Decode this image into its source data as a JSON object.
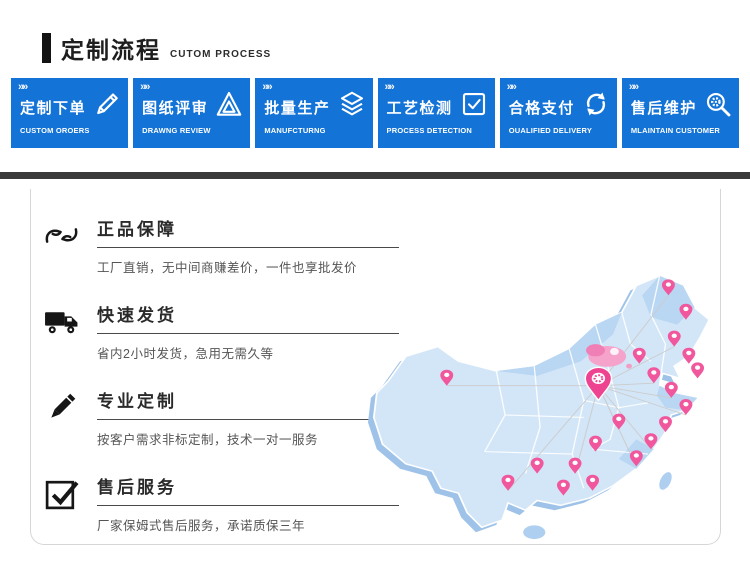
{
  "header": {
    "title": "定制流程",
    "subtitle": "CUTOM PROCESS"
  },
  "process": {
    "steps": [
      {
        "zh": "定制下单",
        "en": "CUSTOM OROERS",
        "icon": "pencil-icon"
      },
      {
        "zh": "图纸评审",
        "en": "DRAWNG REVIEW",
        "icon": "set-square-icon"
      },
      {
        "zh": "批量生产",
        "en": "MANUFCTURNG",
        "icon": "layers-icon"
      },
      {
        "zh": "工艺检测",
        "en": "PROCESS DETECTION",
        "icon": "inspection-check-icon"
      },
      {
        "zh": "合格支付",
        "en": "OUALIFIED DELIVERY",
        "icon": "refresh-arrows-icon"
      },
      {
        "zh": "售后维护",
        "en": "MLAINTAIN CUSTOMER",
        "icon": "magnifier-gear-icon"
      }
    ]
  },
  "features": {
    "items": [
      {
        "title": "正品保障",
        "desc": "工厂直销，无中间商赚差价，一件也享批发价",
        "icon": "hands-icon"
      },
      {
        "title": "快速发货",
        "desc": "省内2小时发货，急用无需久等",
        "icon": "truck-icon"
      },
      {
        "title": "专业定制",
        "desc": "按客户需求非标定制，技术一对一服务",
        "icon": "pencil-icon"
      },
      {
        "title": "售后服务",
        "desc": "厂家保姆式售后服务，承诺质保三年",
        "icon": "checkbox-icon"
      }
    ]
  },
  "map": {
    "name": "china-distribution-map"
  },
  "colors": {
    "step_blue": "#1373d6",
    "divider_dark": "#3a3a3a",
    "map_land": "#d3e6f8",
    "map_shadow": "#9fc3e8",
    "pin_pink": "#f0579d",
    "big_pin_pink": "#ee4390"
  }
}
